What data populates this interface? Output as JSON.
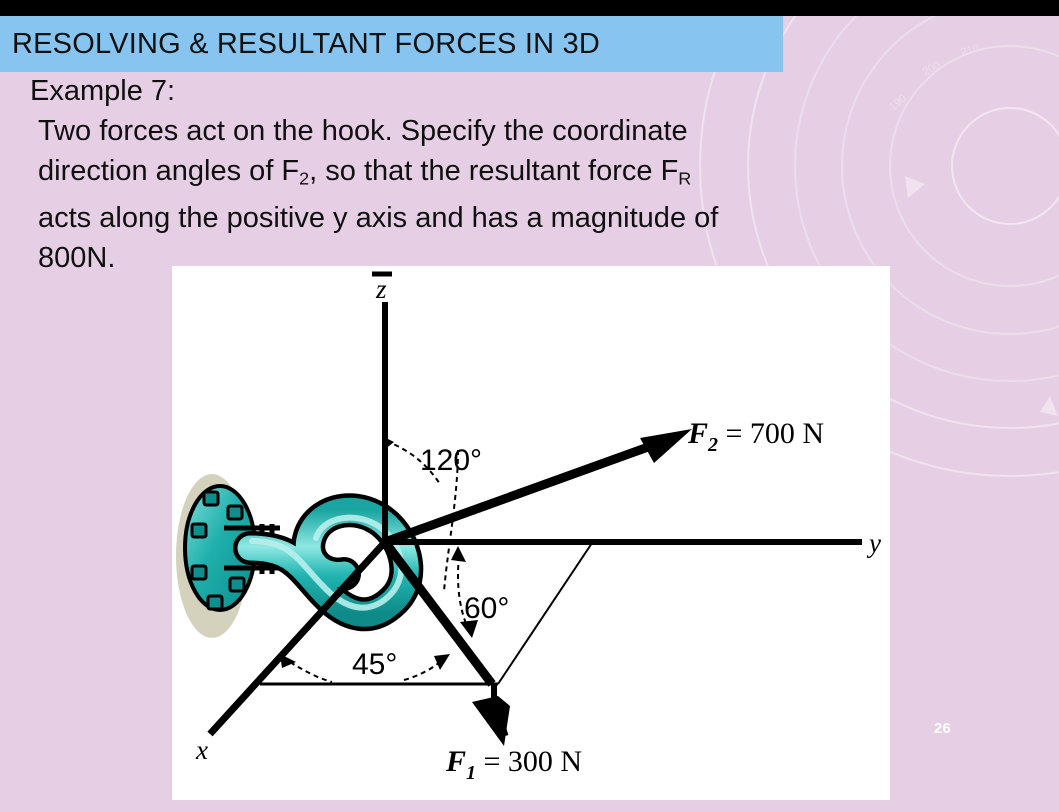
{
  "slide": {
    "number": "26",
    "title": "RESOLVING & RESULTANT FORCES  IN 3D",
    "banner_color": "#87c4f0",
    "background_color": "#e6cfe5",
    "example_heading": "Example  7:",
    "body_lines": [
      "Two forces act on the hook. Specify  the coordinate",
      "direction  angles  of  F2,  so that the resultant  force  FR",
      "acts along the positive y axis and has a magnitude of",
      "800N."
    ],
    "body_line_1": "Two forces act on the hook. Specify  the coordinate",
    "body_line_2_a": "direction  angles  of  F",
    "body_line_2_sub": "2",
    "body_line_2_b": ",  so that the resultant  force  F",
    "body_line_2_sub2": "R",
    "body_line_3": "acts along the positive y axis and has a magnitude of",
    "body_line_4": "800N."
  },
  "figure": {
    "axis_labels": {
      "z": "z",
      "y": "y",
      "x": "x"
    },
    "angles": [
      {
        "label": "120°",
        "between": "z-axis and F2"
      },
      {
        "label": "60°",
        "between": "y-axis and F1 projection"
      },
      {
        "label": "45°",
        "between": "x-axis and F1 projection"
      }
    ],
    "angle_120": "120°",
    "angle_60": "60°",
    "angle_45": "45°",
    "force_2_label_a": "F",
    "force_2_sub": "2",
    "force_2_label_b": " = 700 N",
    "force_1_label_a": "F",
    "force_1_sub": "1",
    "force_1_label_b": " = 300 N",
    "hook_color": "#21b1ae",
    "hook_color_light": "#8fe0dc",
    "hook_outline": "#000000",
    "plate_shadow": "#cdc9b0"
  }
}
